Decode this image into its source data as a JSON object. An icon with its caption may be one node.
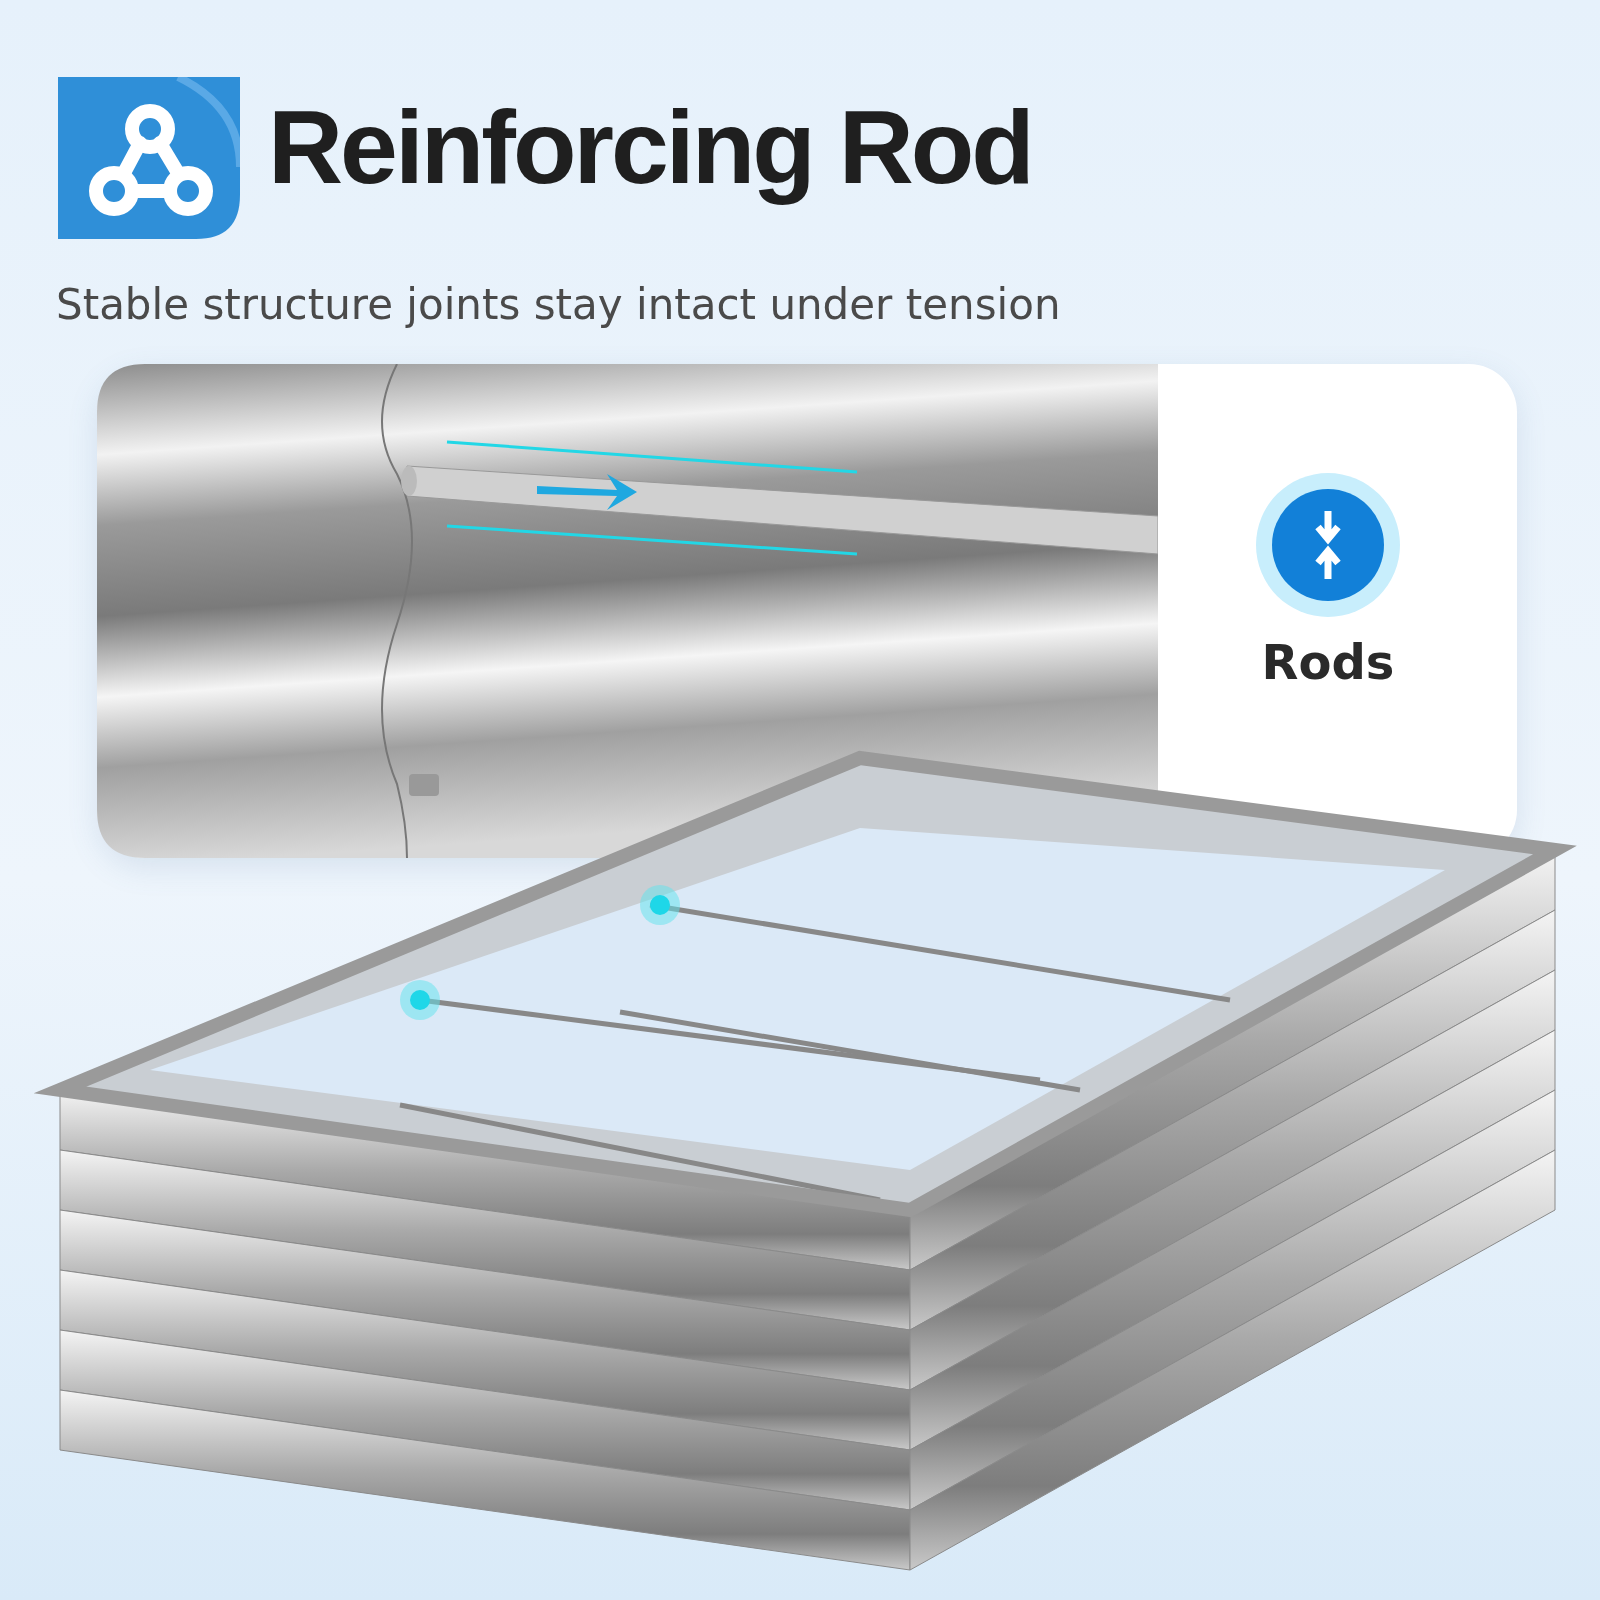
{
  "diagram": {
    "title": "Reinforcing Rod",
    "labels": [
      "Stable structure joints stay intact under tension",
      "Rods"
    ]
  }
}
